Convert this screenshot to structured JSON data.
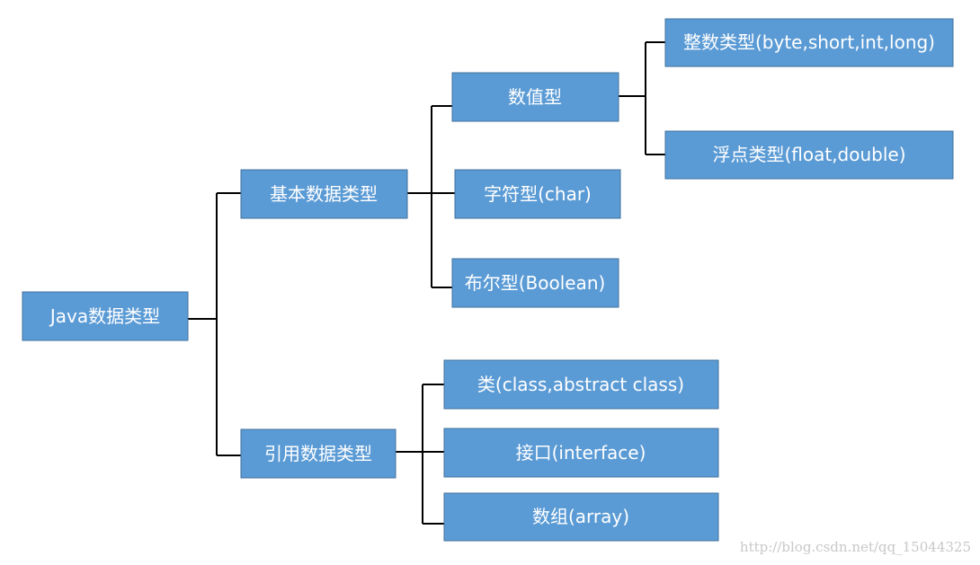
{
  "diagram": {
    "root": "Java数据类型",
    "primitive": "基本数据类型",
    "reference": "引用数据类型",
    "numeric": "数值型",
    "char_type": "字符型(char)",
    "boolean_type": "布尔型(Boolean)",
    "integer_types": "整数类型(byte,short,int,long)",
    "float_types": "浮点类型(float,double)",
    "class_type": "类(class,abstract class)",
    "interface_type": "接口(interface)",
    "array_type": "数组(array)"
  },
  "watermark": "http://blog.csdn.net/qq_15044325"
}
